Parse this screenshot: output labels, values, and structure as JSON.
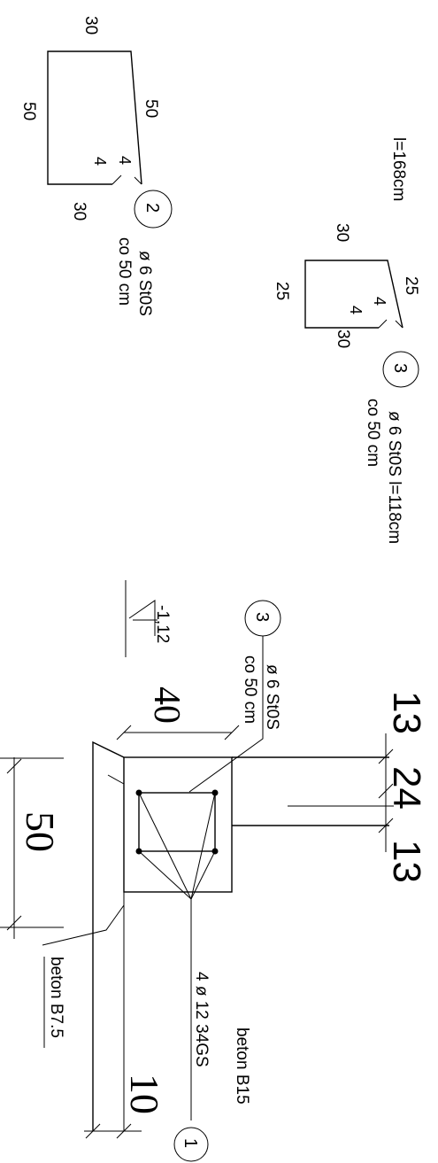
{
  "stirrup2": {
    "dim_top": "30",
    "dim_left": "50",
    "dim_right": "50",
    "dim_bottom": "30",
    "hook_a": "4",
    "hook_b": "4",
    "mark": "2",
    "spec": "ø 6  St0S",
    "spacing": "co 50 cm"
  },
  "stirrup3": {
    "length_note": "l=168cm",
    "dim_top": "30",
    "dim_left": "25",
    "dim_right": "25",
    "dim_bottom": "30",
    "hook_a": "4",
    "hook_b": "4",
    "mark": "3",
    "spec": "ø 6  St0S l=118cm",
    "spacing": "co 50 cm"
  },
  "section": {
    "level": "-1,12",
    "callout_mark": "3",
    "callout_spec": "ø 6  St0S",
    "callout_spacing": "co 50 cm",
    "dim_width": "40",
    "dim_top_13": "13",
    "dim_wall_24": "24",
    "dim_bottom_13": "13",
    "dim_footing_50": "50",
    "dim_offset_10": "10",
    "concrete_lean": "beton B7.5",
    "concrete_main": "beton B15",
    "rebar_spec": "4 ø 12  34GS",
    "rebar_mark": "1"
  }
}
